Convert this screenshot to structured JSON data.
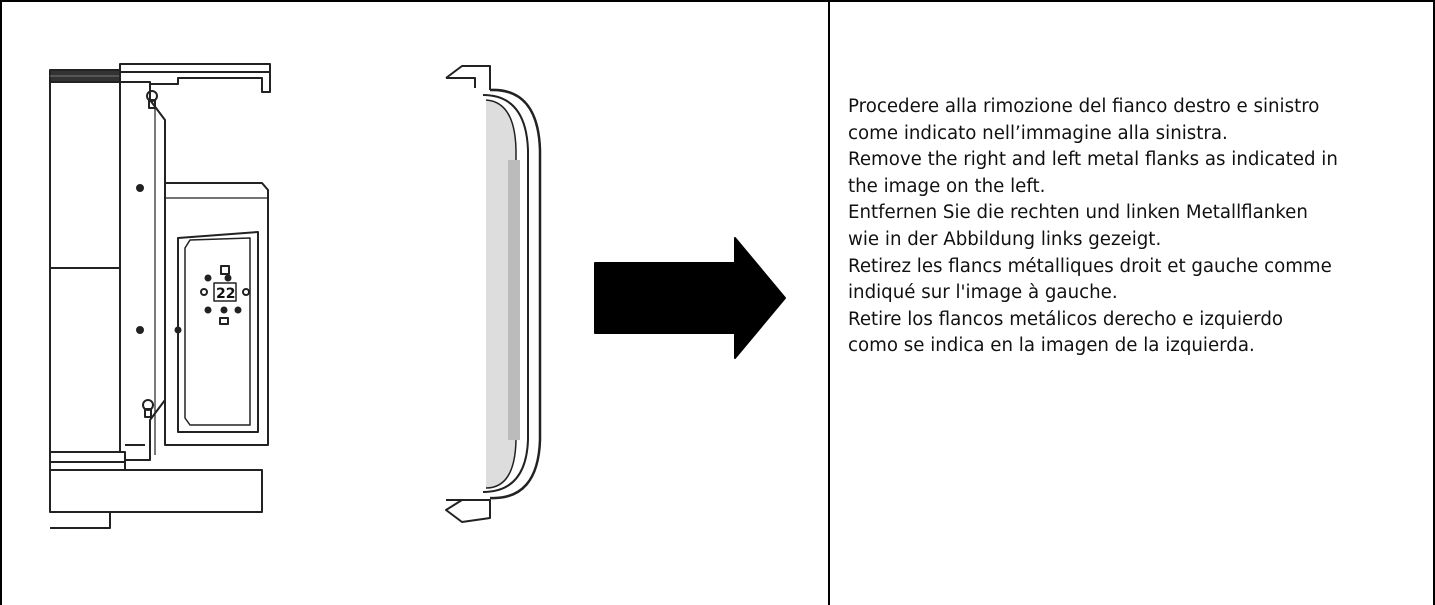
{
  "figure": {
    "plate_label": "22",
    "icons": [
      "machine-side-panel-drawing",
      "metal-flank-drawing",
      "arrow-right-icon"
    ]
  },
  "instructions": {
    "lines": [
      "Procedere alla rimozione del fianco destro e sinistro",
      "come indicato nell’immagine alla sinistra.",
      "Remove the right and left metal flanks as indicated in",
      "the image on the left.",
      "Entfernen Sie die rechten und linken Metallflanken",
      "wie in der Abbildung links gezeigt.",
      "Retirez les flancs métalliques droit et gauche comme",
      "indiqué sur l'image à gauche.",
      "Retire los flancos metálicos derecho e izquierdo",
      "como se indica en la imagen de la izquierda."
    ]
  }
}
